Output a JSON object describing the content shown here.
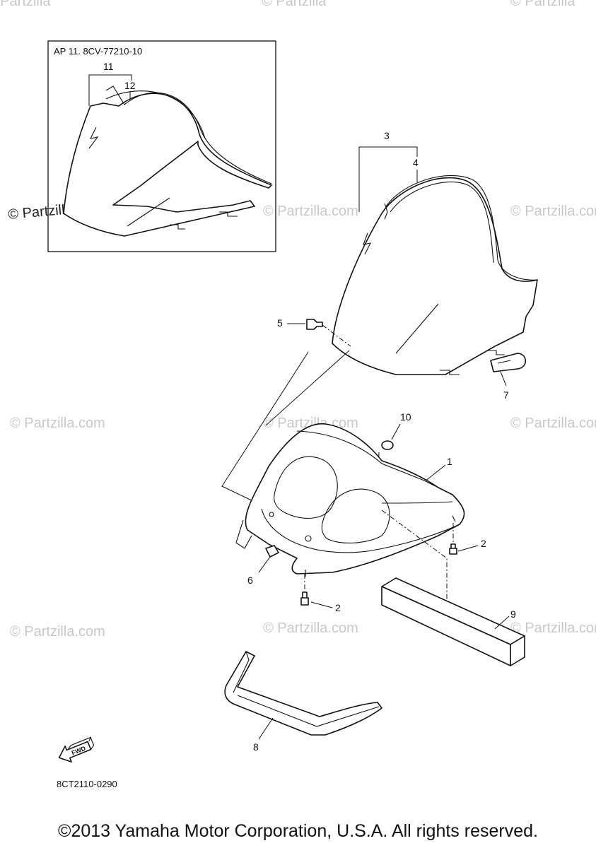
{
  "inset": {
    "header": "AP  11. 8CV-77210-10",
    "callouts": [
      "11",
      "12"
    ]
  },
  "callouts": {
    "c1": "1",
    "c2a": "2",
    "c2b": "2",
    "c3": "3",
    "c4": "4",
    "c5": "5",
    "c6": "6",
    "c7": "7",
    "c8": "8",
    "c9": "9",
    "c10": "10"
  },
  "watermarks": {
    "main": "© Partzilla.com",
    "top_left_partial": "© Partzilla",
    "top_mid_partial": "© Partzilla",
    "top_right_partial": "© Partzilla"
  },
  "fwd_label": "FWD",
  "diagram_code": "8CT2110-0290",
  "copyright": "©2013 Yamaha Motor Corporation, U.S.A. All rights reserved."
}
